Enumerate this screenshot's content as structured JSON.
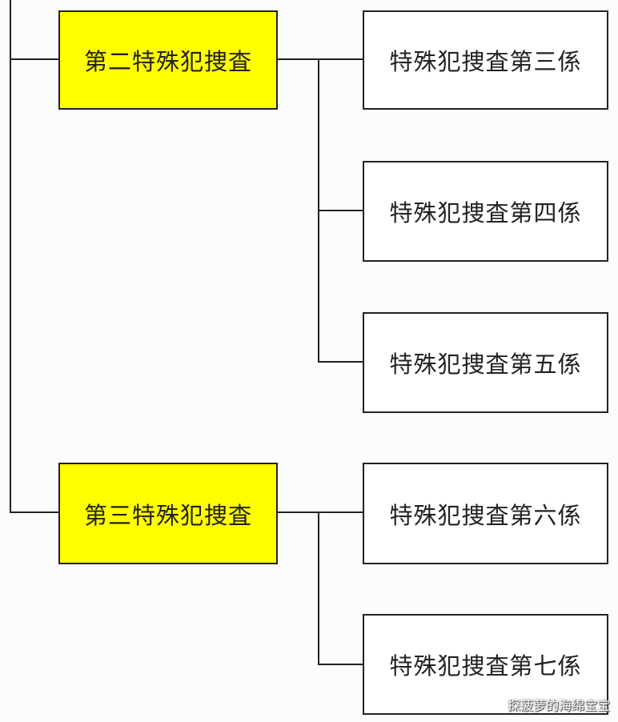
{
  "groups": [
    {
      "label": "第二特殊犯捜査",
      "children": [
        "特殊犯捜査第三係",
        "特殊犯捜査第四係",
        "特殊犯捜査第五係"
      ]
    },
    {
      "label": "第三特殊犯捜査",
      "children": [
        "特殊犯捜査第六係",
        "特殊犯捜査第七係"
      ]
    }
  ],
  "watermark": "探菠萝的海绵宝宝",
  "colors": {
    "group_fill": "#ffff00",
    "child_fill": "#ffffff",
    "line": "#222222"
  }
}
